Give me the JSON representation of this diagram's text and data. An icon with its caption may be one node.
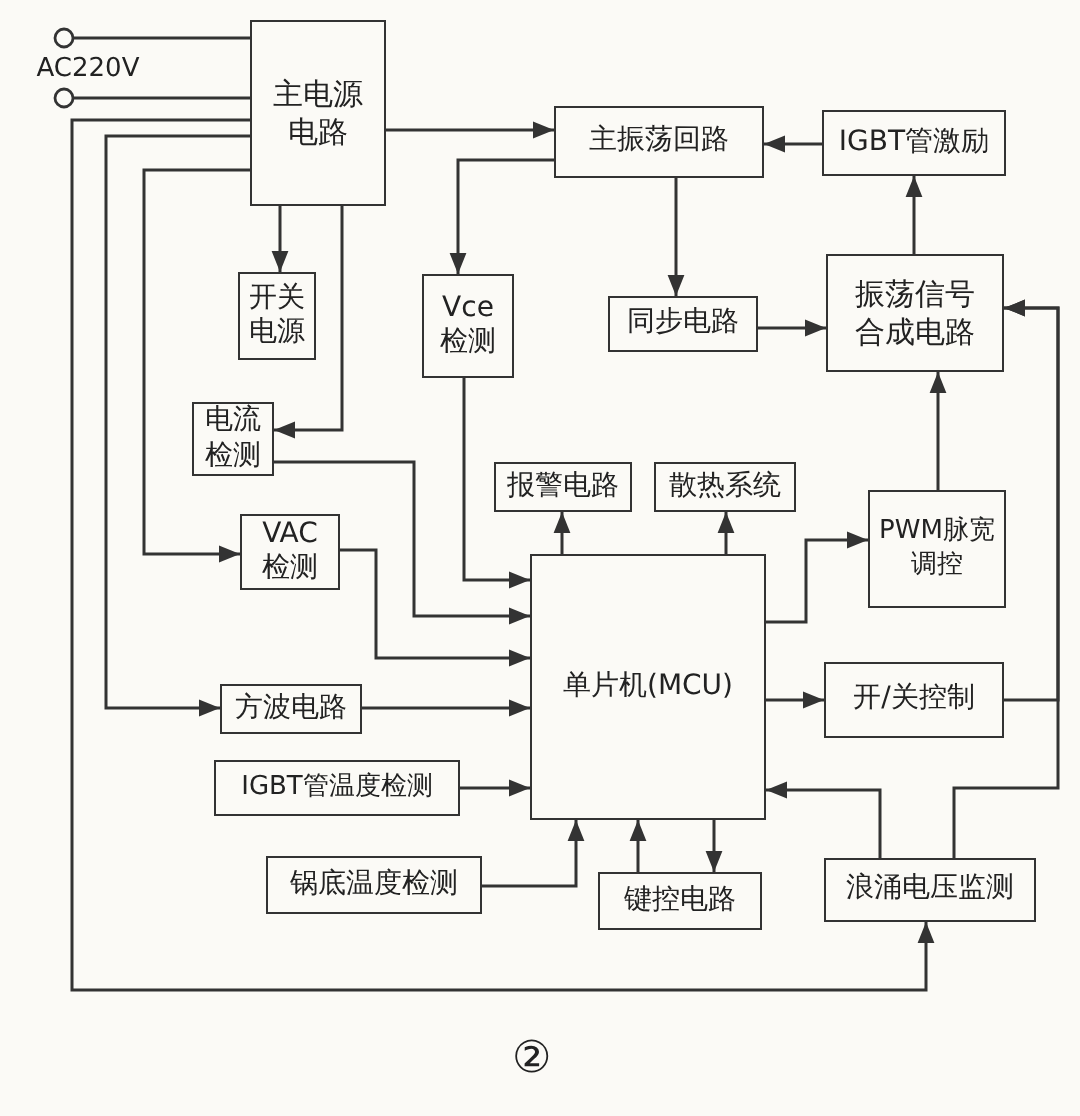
{
  "diagram": {
    "nodes": [
      {
        "text": [
          "AC220V"
        ]
      },
      {
        "text": [
          "主电源电路"
        ]
      },
      {
        "text": [
          "主振荡回路"
        ]
      },
      {
        "text": [
          "IGBT管激励"
        ]
      },
      {
        "text": [
          "开关电源"
        ]
      },
      {
        "text": [
          "Vce检测"
        ]
      },
      {
        "text": [
          "同步电路"
        ]
      },
      {
        "text": [
          "振荡信号合成电路"
        ]
      },
      {
        "text": [
          "电流检测"
        ]
      },
      {
        "text": [
          "报警电路"
        ]
      },
      {
        "text": [
          "散热系统"
        ]
      },
      {
        "text": [
          "VAC检测"
        ]
      },
      {
        "text": [
          "PWM脉宽调控"
        ]
      },
      {
        "text": [
          "单片机(MCU)"
        ]
      },
      {
        "text": [
          "开/关控制"
        ]
      },
      {
        "text": [
          "方波电路"
        ]
      },
      {
        "text": [
          "IGBT管温度检测"
        ]
      },
      {
        "text": [
          "锅底温度检测"
        ]
      },
      {
        "text": [
          "键控电路"
        ]
      },
      {
        "text": [
          "浪涌电压监测"
        ]
      }
    ],
    "edges": [
      {
        "from": 0,
        "to": 1,
        "arrow": "none"
      },
      {
        "from": 0,
        "to": 1,
        "arrow": "none"
      },
      {
        "from": 1,
        "to": 2,
        "arrow": "to"
      },
      {
        "from": 2,
        "to": 5,
        "arrow": "to"
      },
      {
        "from": 3,
        "to": 2,
        "arrow": "to"
      },
      {
        "from": 2,
        "to": 6,
        "arrow": "to"
      },
      {
        "from": 6,
        "to": 7,
        "arrow": "to"
      },
      {
        "from": 7,
        "to": 3,
        "arrow": "to"
      },
      {
        "from": 12,
        "to": 7,
        "arrow": "to"
      },
      {
        "from": 14,
        "to": 7,
        "arrow": "to"
      },
      {
        "from": 19,
        "to": 7,
        "arrow": "to"
      },
      {
        "from": 1,
        "to": 4,
        "arrow": "to"
      },
      {
        "from": 1,
        "to": 8,
        "arrow": "to"
      },
      {
        "from": 1,
        "to": 11,
        "arrow": "to"
      },
      {
        "from": 1,
        "to": 15,
        "arrow": "to"
      },
      {
        "from": 1,
        "to": 19,
        "arrow": "to"
      },
      {
        "from": 5,
        "to": 13,
        "arrow": "to"
      },
      {
        "from": 8,
        "to": 13,
        "arrow": "to"
      },
      {
        "from": 11,
        "to": 13,
        "arrow": "to"
      },
      {
        "from": 15,
        "to": 13,
        "arrow": "to"
      },
      {
        "from": 16,
        "to": 13,
        "arrow": "to"
      },
      {
        "from": 17,
        "to": 13,
        "arrow": "to"
      },
      {
        "from": 18,
        "to": 13,
        "arrow": "to"
      },
      {
        "from": 13,
        "to": 18,
        "arrow": "to"
      },
      {
        "from": 13,
        "to": 9,
        "arrow": "to"
      },
      {
        "from": 13,
        "to": 10,
        "arrow": "to"
      },
      {
        "from": 13,
        "to": 12,
        "arrow": "to"
      },
      {
        "from": 13,
        "to": 14,
        "arrow": "to"
      },
      {
        "from": 19,
        "to": 13,
        "arrow": "to"
      }
    ],
    "labels": [
      "②"
    ]
  }
}
